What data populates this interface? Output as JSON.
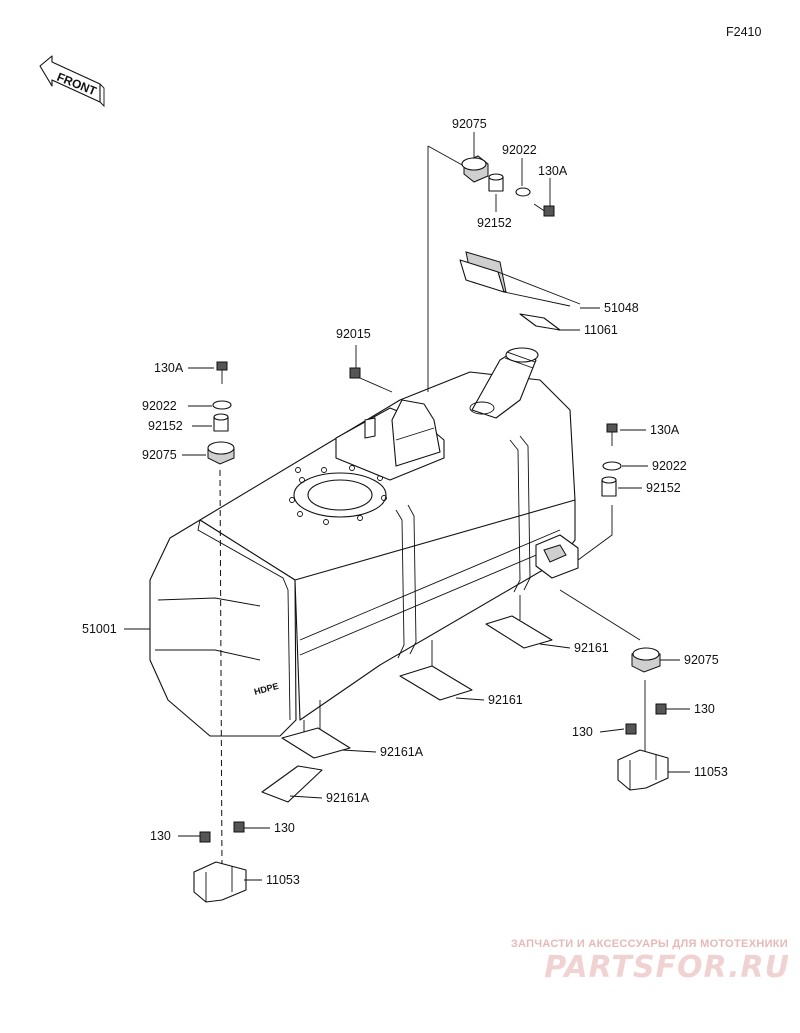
{
  "figure_code": "F2410",
  "front_label": "FRONT",
  "tank_mark": "HDPE",
  "labels": {
    "p92075_top": "92075",
    "p92022_top": "92022",
    "p130A_top": "130A",
    "p92152_top": "92152",
    "p51048": "51048",
    "p11061": "11061",
    "p92015": "92015",
    "p130A_left": "130A",
    "p92022_left": "92022",
    "p92152_left": "92152",
    "p92075_left": "92075",
    "p130A_right": "130A",
    "p92022_right": "92022",
    "p92152_right": "92152",
    "p51001": "51001",
    "p92161_a": "92161",
    "p92075_right": "92075",
    "p92161_b": "92161",
    "p130_r1": "130",
    "p130_r2": "130",
    "p11053_right": "11053",
    "p92161A_a": "92161A",
    "p92161A_b": "92161A",
    "p130_l1": "130",
    "p130_l2": "130",
    "p11053_left": "11053"
  },
  "watermark": {
    "tagline": "ЗАПЧАСТИ И АКСЕССУАРЫ ДЛЯ МОТОТЕХНИКИ",
    "logo": "PARTSFOR.RU"
  }
}
